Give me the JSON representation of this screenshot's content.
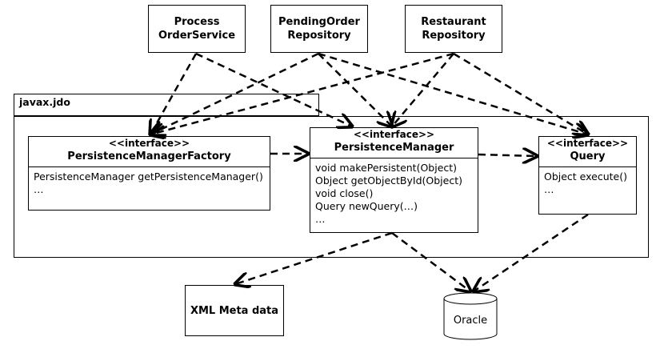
{
  "services": {
    "process_order_service": [
      "Process",
      "OrderService"
    ],
    "pending_order_repository": [
      "PendingOrder",
      "Repository"
    ],
    "restaurant_repository": [
      "Restaurant",
      "Repository"
    ]
  },
  "package": {
    "name": "javax.jdo"
  },
  "classes": {
    "pmf": {
      "stereotype": "<<interface>>",
      "name": "PersistenceManagerFactory",
      "ops": [
        "PersistenceManager getPersistenceManager()",
        "…"
      ]
    },
    "pm": {
      "stereotype": "<<interface>>",
      "name": "PersistenceManager",
      "ops": [
        "void makePersistent(Object)",
        "Object getObjectById(Object)",
        "void close()",
        "Query newQuery(…)",
        "…"
      ]
    },
    "query": {
      "stereotype": "<<interface>>",
      "name": "Query",
      "ops": [
        "Object execute()",
        "…"
      ]
    }
  },
  "xml_meta": "XML Meta data",
  "oracle": "Oracle"
}
